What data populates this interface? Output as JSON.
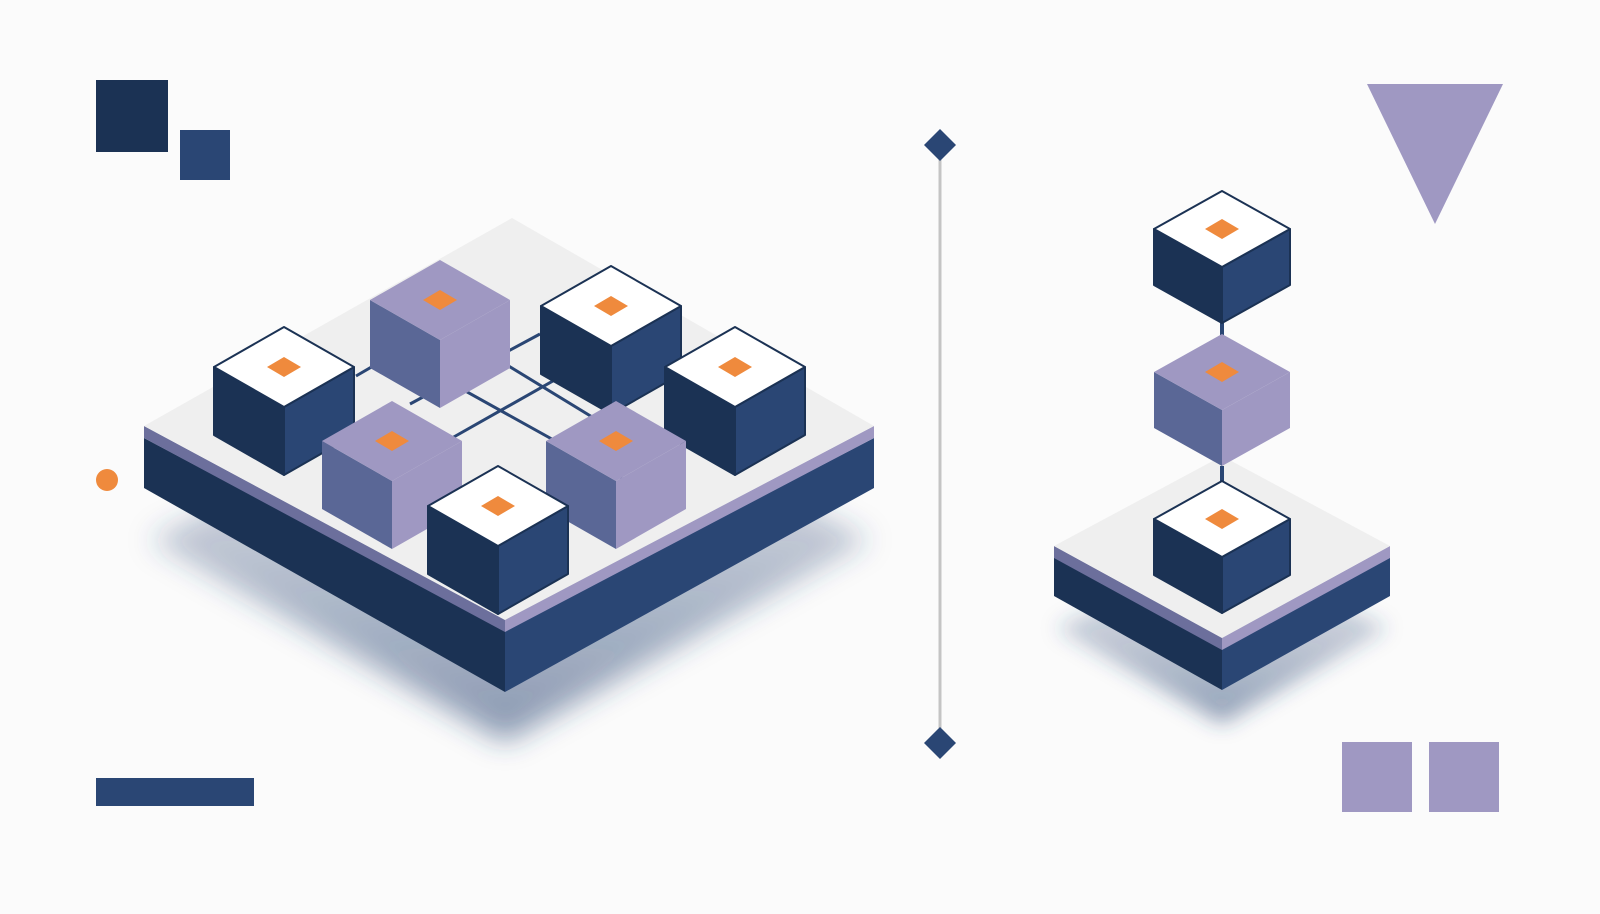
{
  "title": "",
  "colors": {
    "background": "#fbfbfb",
    "navy_dark": "#1b3254",
    "navy": "#2a4674",
    "slate": "#5a6796",
    "lavender": "#9f98c2",
    "white_top": "#ffffff",
    "platform_top": "#efefef",
    "accent_orange": "#ef8a3d",
    "divider_gray": "#c4c4c4",
    "outline": "#1b3254"
  },
  "left_cluster": {
    "cube_count": 7,
    "cubes": [
      {
        "id": "lc-back",
        "style": "lavender"
      },
      {
        "id": "lc-left",
        "style": "white"
      },
      {
        "id": "lc-right1",
        "style": "white"
      },
      {
        "id": "lc-mid",
        "style": "lavender"
      },
      {
        "id": "lc-right2",
        "style": "white"
      },
      {
        "id": "lc-center",
        "style": "lavender"
      },
      {
        "id": "lc-front",
        "style": "white"
      }
    ]
  },
  "right_stack": {
    "cube_count": 3,
    "cubes": [
      {
        "id": "rs-top",
        "style": "white"
      },
      {
        "id": "rs-middle",
        "style": "lavender"
      },
      {
        "id": "rs-bottom",
        "style": "white"
      }
    ]
  },
  "decorations": {
    "shape_count": 7
  }
}
